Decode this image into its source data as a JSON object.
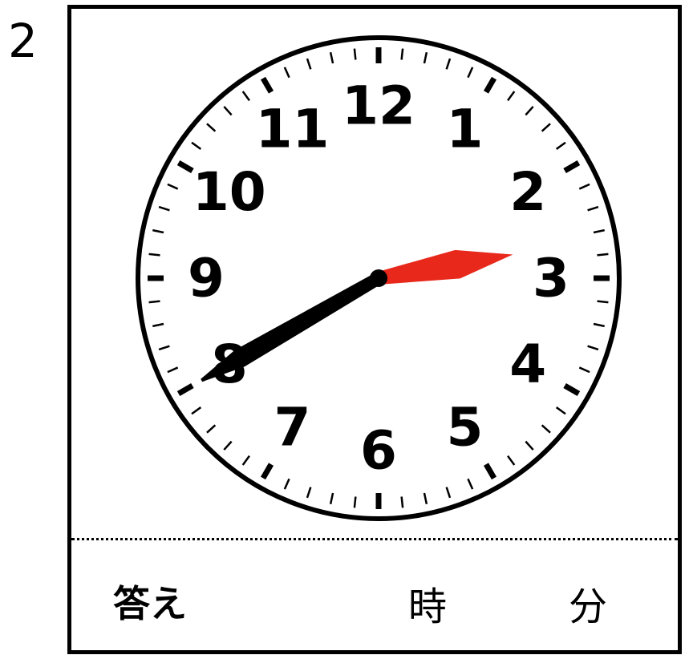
{
  "problem": {
    "number": "2"
  },
  "clock": {
    "numerals": [
      "12",
      "1",
      "2",
      "3",
      "4",
      "5",
      "6",
      "7",
      "8",
      "9",
      "10",
      "11"
    ],
    "time": {
      "hour": 2,
      "minute": 40
    },
    "colors": {
      "hour_hand": "#e8281a",
      "minute_hand": "#000000",
      "face": "#ffffff",
      "rim": "#000000"
    }
  },
  "answer": {
    "label": "答え",
    "hour_unit": "時",
    "minute_unit": "分"
  }
}
